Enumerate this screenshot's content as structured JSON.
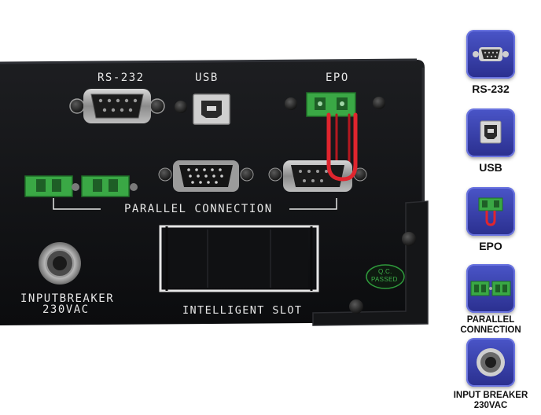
{
  "panel": {
    "rs232": "RS-232",
    "usb": "USB",
    "epo": "EPO",
    "parallel": "PARALLEL CONNECTION",
    "breaker_line1": "INPUTBREAKER",
    "breaker_line2": "230VAC",
    "slot": "INTELLIGENT SLOT",
    "qc_line1": "Q.C.",
    "qc_line2": "PASSED"
  },
  "legend": [
    {
      "icon": "db9-serial-icon",
      "label": "RS-232"
    },
    {
      "icon": "usb-b-icon",
      "label": "USB"
    },
    {
      "icon": "epo-terminal-icon",
      "label": "EPO"
    },
    {
      "icon": "parallel-terminal-icon",
      "label": "PARALLEL CONNECTION"
    },
    {
      "icon": "breaker-icon",
      "label_line1": "INPUT BREAKER",
      "label_line2": "230VAC"
    }
  ],
  "colors": {
    "panel": "#111214",
    "terminal_green": "#3aa845",
    "loop_red": "#e0252e",
    "tile_blue": "#2f3aa8",
    "qc_green": "#2f9a3c"
  }
}
